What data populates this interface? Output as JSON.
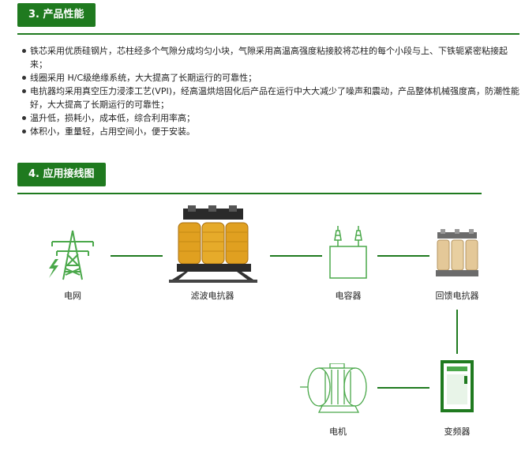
{
  "section3": {
    "title": "3. 产品性能",
    "bullets": [
      "铁芯采用优质硅钢片，芯柱经多个气隙分成均匀小块，气隙采用高温高强度粘接胶将芯柱的每个小段与上、下铁轭紧密粘接起来；",
      "线圈采用 H/C级绝缘系统，大大提高了长期运行的可靠性；",
      "电抗器均采用真空压力浸漆工艺(VPI)，经高温烘焙固化后产品在运行中大大减少了噪声和震动，产品整体机械强度高，防潮性能好，大大提高了长期运行的可靠性；",
      "温升低，损耗小，成本低，综合利用率高；",
      "体积小，重量轻，占用空间小，便于安装。"
    ]
  },
  "section4": {
    "title": "4. 应用接线图",
    "nodes": {
      "grid": "电网",
      "filter_reactor": "滤波电抗器",
      "capacitor": "电容器",
      "feedback_reactor": "回馈电抗器",
      "inverter": "变频器",
      "motor": "电机"
    }
  },
  "colors": {
    "accent": "#1f7a1f",
    "icon_line": "#4aa84a",
    "coil": "#e0a020",
    "core": "#2a2a2a"
  }
}
